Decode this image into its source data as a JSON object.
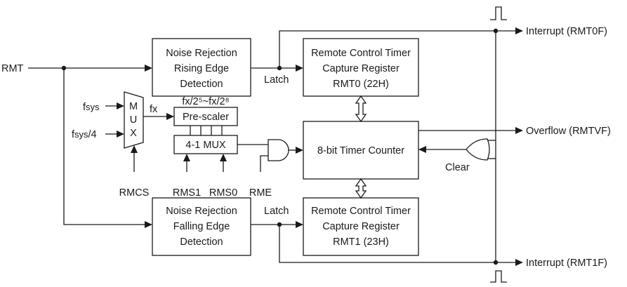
{
  "signals": {
    "rmt": "RMT",
    "fsys": "fSYS",
    "fsys4": "fSYS/4",
    "fx": "fx",
    "rmcs": "RMCS",
    "rms1": "RMS1",
    "rms0": "RMS0",
    "rme": "RME",
    "latch_top": "Latch",
    "latch_bottom": "Latch",
    "clear": "Clear",
    "prescale_range": "fx/2⁵~fx/2⁸"
  },
  "blocks": {
    "noise_rising": [
      "Noise Rejection",
      "Rising Edge",
      "Detection"
    ],
    "noise_falling": [
      "Noise Rejection",
      "Falling Edge",
      "Detection"
    ],
    "capture_top": [
      "Remote Control Timer",
      "Capture Register",
      "RMT0 (22H)"
    ],
    "capture_bottom": [
      "Remote Control Timer",
      "Capture Register",
      "RMT1 (23H)"
    ],
    "mux": [
      "M",
      "U",
      "X"
    ],
    "prescaler": "Pre-scaler",
    "mux41": "4-1 MUX",
    "timer_counter": "8-bit Timer Counter"
  },
  "outputs": {
    "interrupt_top": "Interrupt (RMT0F)",
    "overflow": "Overflow (RMTVF)",
    "interrupt_bottom": "Interrupt (RMT1F)"
  }
}
